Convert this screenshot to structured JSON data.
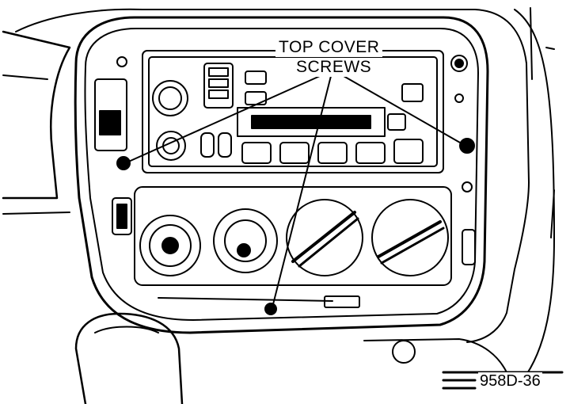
{
  "figure": {
    "callout_line_1": "TOP COVER",
    "callout_line_2": "SCREWS",
    "figure_id": "958D-36"
  },
  "colors": {
    "ink": "#000000",
    "paper": "#ffffff"
  }
}
